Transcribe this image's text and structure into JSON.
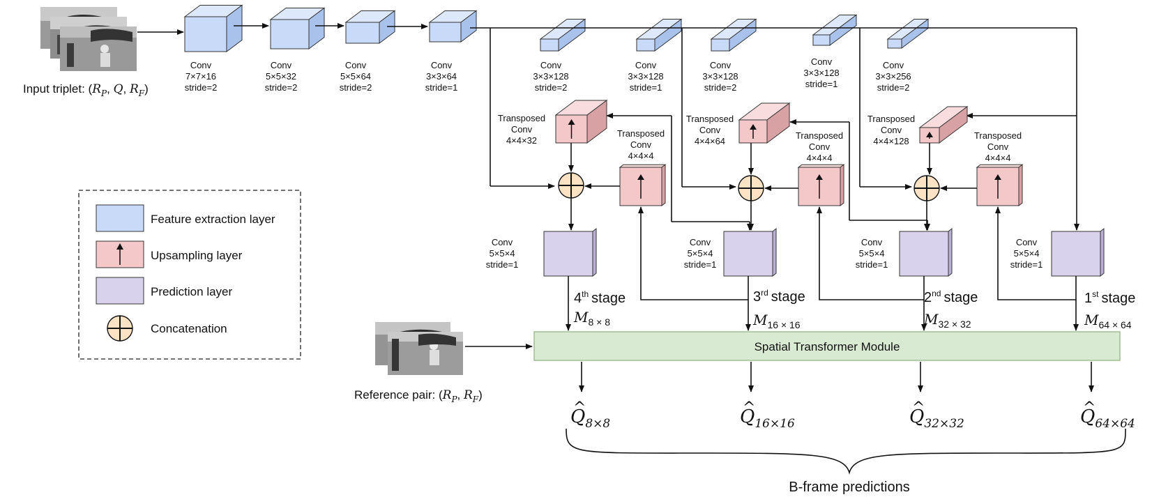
{
  "input": {
    "caption_prefix": "Input triplet: (",
    "R": "R",
    "P": "P",
    "Q": "Q",
    "F": "F",
    "close": ")",
    "comma": ","
  },
  "reference": {
    "caption_prefix": "Reference pair: (",
    "R": "R",
    "P": "P",
    "F": "F",
    "close": ")",
    "comma": ","
  },
  "encoder": [
    {
      "l1": "Conv",
      "l2": "7×7×16",
      "l3": "stride=2"
    },
    {
      "l1": "Conv",
      "l2": "5×5×32",
      "l3": "stride=2"
    },
    {
      "l1": "Conv",
      "l2": "5×5×64",
      "l3": "stride=2"
    },
    {
      "l1": "Conv",
      "l2": "3×3×64",
      "l3": "stride=1"
    },
    {
      "l1": "Conv",
      "l2": "3×3×128",
      "l3": "stride=2"
    },
    {
      "l1": "Conv",
      "l2": "3×3×128",
      "l3": "stride=1"
    },
    {
      "l1": "Conv",
      "l2": "3×3×128",
      "l3": "stride=2"
    },
    {
      "l1": "Conv",
      "l2": "3×3×128",
      "l3": "stride=1"
    },
    {
      "l1": "Conv",
      "l2": "3×3×256",
      "l3": "stride=2"
    }
  ],
  "upsample_main": [
    {
      "l1": "Transposed",
      "l2": "Conv",
      "l3": "4×4×32"
    },
    {
      "l1": "Transposed",
      "l2": "Conv",
      "l3": "4×4×64"
    },
    {
      "l1": "Transposed",
      "l2": "Conv",
      "l3": "4×4×128"
    }
  ],
  "upsample_small": [
    {
      "l1": "Transposed",
      "l2": "Conv",
      "l3": "4×4×4"
    },
    {
      "l1": "Transposed",
      "l2": "Conv",
      "l3": "4×4×4"
    },
    {
      "l1": "Transposed",
      "l2": "Conv",
      "l3": "4×4×4"
    }
  ],
  "prediction": [
    {
      "l1": "Conv",
      "l2": "5×5×4",
      "l3": "stride=1"
    },
    {
      "l1": "Conv",
      "l2": "5×5×4",
      "l3": "stride=1"
    },
    {
      "l1": "Conv",
      "l2": "5×5×4",
      "l3": "stride=1"
    },
    {
      "l1": "Conv",
      "l2": "5×5×4",
      "l3": "stride=1"
    }
  ],
  "stages": [
    {
      "num": "4",
      "sup": "th",
      "word": "stage",
      "m": "M",
      "sub": "8 × 8"
    },
    {
      "num": "3",
      "sup": "rd",
      "word": "stage",
      "m": "M",
      "sub": "16 × 16"
    },
    {
      "num": "2",
      "sup": "nd",
      "word": "stage",
      "m": "M",
      "sub": "32 × 32"
    },
    {
      "num": "1",
      "sup": "st",
      "word": "stage",
      "m": "M",
      "sub": "64 × 64"
    }
  ],
  "stm": {
    "label": "Spatial Transformer Module"
  },
  "outputs": [
    {
      "q": "Q",
      "hat": "^",
      "sub": "8×8"
    },
    {
      "q": "Q",
      "hat": "^",
      "sub": "16×16"
    },
    {
      "q": "Q",
      "hat": "^",
      "sub": "32×32"
    },
    {
      "q": "Q",
      "hat": "^",
      "sub": "64×64"
    }
  ],
  "bframe_label": "B-frame predictions",
  "legend": {
    "feature": "Feature extraction layer",
    "upsampling": "Upsampling layer",
    "prediction": "Prediction layer",
    "concat": "Concatenation"
  },
  "colors": {
    "feature_front": "#c9daf8",
    "feature_top": "#dde8fb",
    "feature_side": "#a9c2ec",
    "upsample_front": "#f4c7c9",
    "upsample_top": "#f9dcdd",
    "upsample_side": "#d8a2a5",
    "predict_front": "#d9d2ec",
    "predict_side": "#b9b0d4",
    "concat_fill": "#fde3c4",
    "stm_fill": "#d9ead3",
    "stm_stroke": "#9cb98f",
    "photo_dark": "#3a3a3a",
    "photo_mid": "#8a8a8a",
    "photo_light": "#c8c8c8"
  }
}
